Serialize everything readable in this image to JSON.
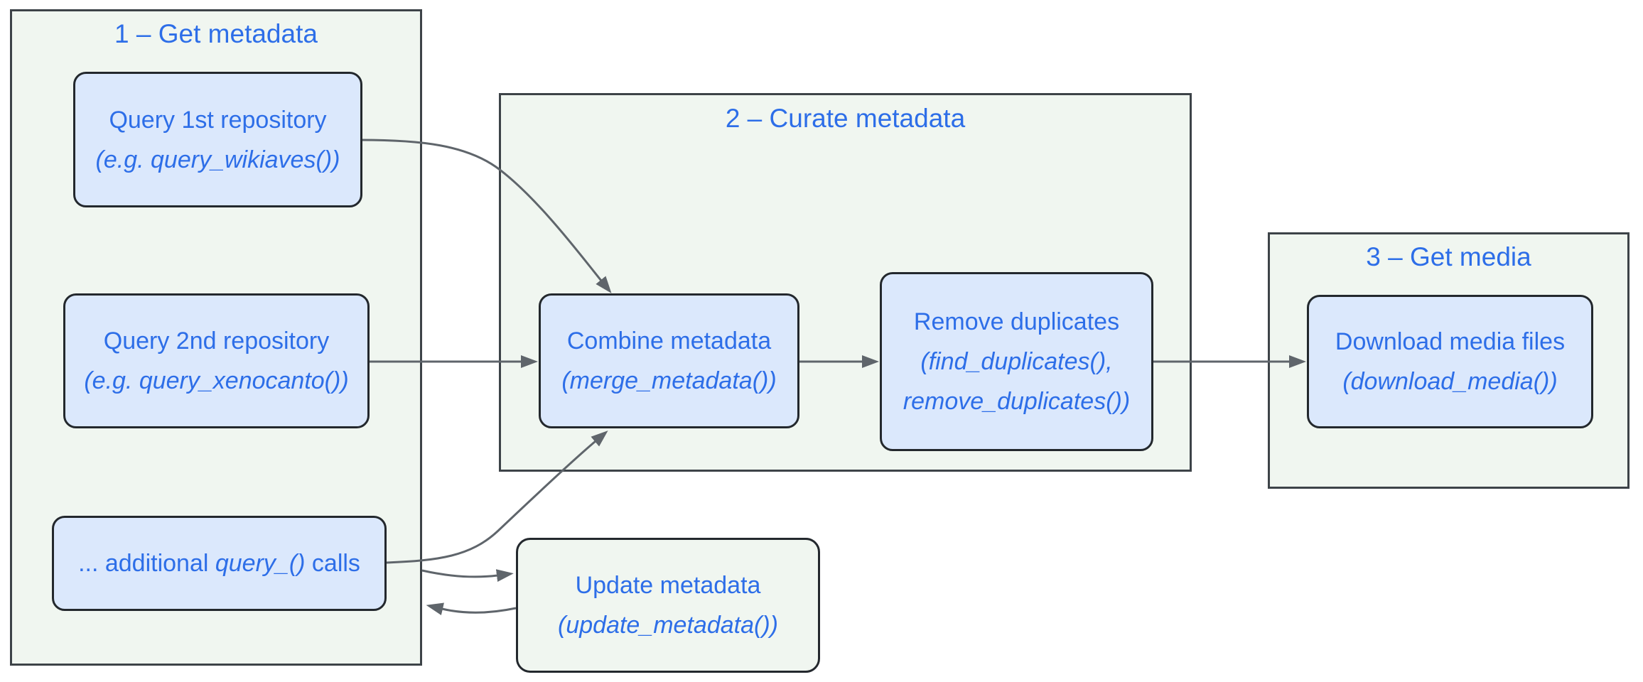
{
  "colors": {
    "accent": "#2d6ee8",
    "node_fill": "#dbe8fc",
    "node_border": "#23282d",
    "stage_fill": "#f0f6f0",
    "stage_border": "#3d4348",
    "arrow": "#5f656b"
  },
  "diagram": {
    "stages": [
      {
        "title": "1 – Get metadata"
      },
      {
        "title": "2 – Curate metadata"
      },
      {
        "title": "3 – Get media"
      }
    ],
    "nodes": {
      "query1": {
        "line1": "Query 1st repository",
        "line2": "(e.g. query_wikiaves())"
      },
      "query2": {
        "line1": "Query 2nd repository",
        "line2": "(e.g. query_xenocanto())"
      },
      "additional": {
        "prefix": "... additional ",
        "italic": "query_()",
        "suffix": " calls"
      },
      "combine": {
        "line1": "Combine metadata",
        "line2": "(merge_metadata())"
      },
      "remove": {
        "line1": "Remove duplicates",
        "line2": "(find_duplicates(),",
        "line3": "remove_duplicates())"
      },
      "download": {
        "line1": "Download media files",
        "line2": "(download_media())"
      },
      "update": {
        "line1": "Update metadata",
        "line2": "(update_metadata())"
      }
    },
    "edges": [
      {
        "from": "query-1st-repository",
        "to": "combine-metadata"
      },
      {
        "from": "query-2nd-repository",
        "to": "combine-metadata"
      },
      {
        "from": "combine-metadata",
        "to": "remove-duplicates"
      },
      {
        "from": "remove-duplicates",
        "to": "download-media-files"
      },
      {
        "from": "additional-query-calls",
        "to": "combine-metadata"
      },
      {
        "from": "stage-get-metadata",
        "to": "update-metadata"
      },
      {
        "from": "update-metadata",
        "to": "stage-get-metadata"
      }
    ]
  }
}
